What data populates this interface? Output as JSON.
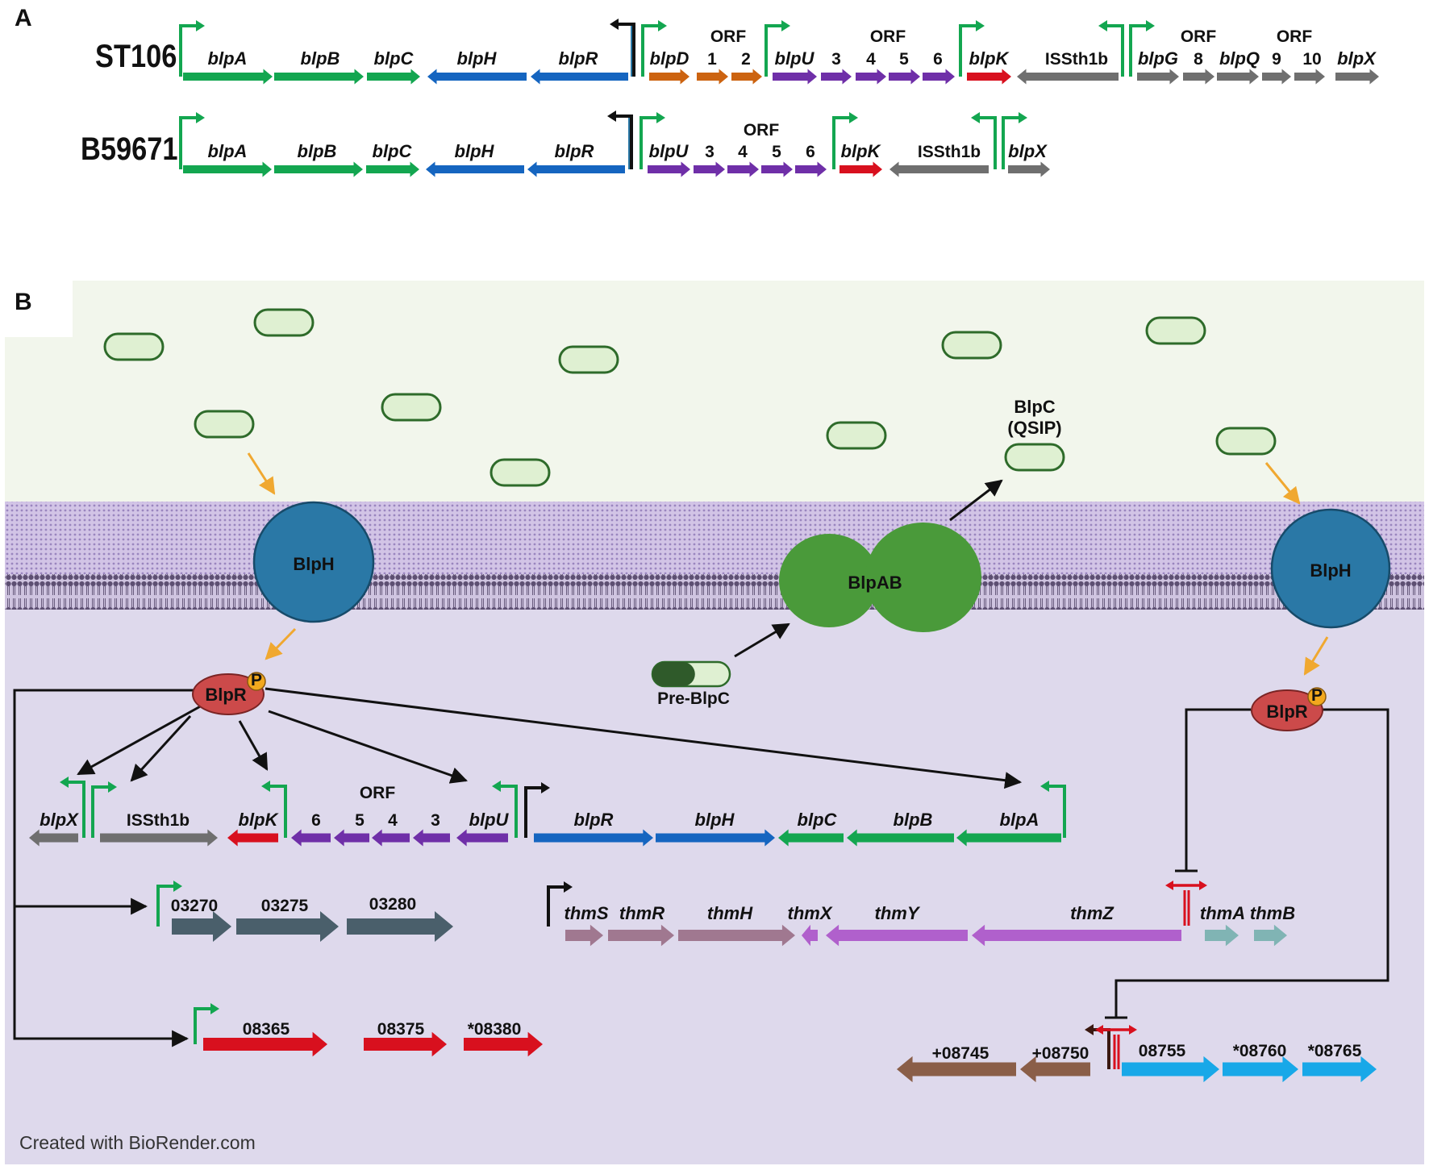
{
  "panel_a": {
    "letter": "A",
    "strains": [
      {
        "name": "ST106",
        "genes": [
          "blpA",
          "blpB",
          "blpC",
          "blpH",
          "blpR",
          "blpD",
          "1",
          "2",
          "blpU",
          "3",
          "4",
          "5",
          "6",
          "blpK",
          "ISSth1b",
          "blpG",
          "8",
          "blpQ",
          "9",
          "10",
          "blpX"
        ],
        "orf_labels": [
          "ORF",
          "ORF",
          "ORF",
          "ORF"
        ]
      },
      {
        "name": "B59671",
        "genes": [
          "blpA",
          "blpB",
          "blpC",
          "blpH",
          "blpR",
          "blpU",
          "3",
          "4",
          "5",
          "6",
          "blpK",
          "ISSth1b",
          "blpX"
        ],
        "orf_labels": [
          "ORF"
        ]
      }
    ]
  },
  "panel_b": {
    "letter": "B",
    "left_receptor": "BlpH",
    "right_receptor": "BlpH",
    "transporter": "BlpAB",
    "peptide_line1": "BlpC",
    "peptide_line2": "(QSIP)",
    "precursor": "Pre-BlpC",
    "regulator_left": "BlpR",
    "regulator_right": "BlpR",
    "phospho_label": "P",
    "blp_locus": [
      "blpX",
      "ISSth1b",
      "blpK",
      "6",
      "5",
      "4",
      "3",
      "blpU",
      "blpR",
      "blpH",
      "blpC",
      "blpB",
      "blpA"
    ],
    "blp_orf_label": "ORF",
    "operon_032": [
      "03270",
      "03275",
      "03280"
    ],
    "operon_083": [
      "08365",
      "08375",
      "*08380"
    ],
    "thm_locus": [
      "thmS",
      "thmR",
      "thmH",
      "thmX",
      "thmY",
      "thmZ",
      "thmA",
      "thmB"
    ],
    "operon_087": [
      "+08745",
      "+08750",
      "08755",
      "*08760",
      "*08765"
    ]
  },
  "colors": {
    "green": "#13a650",
    "blue": "#1565c0",
    "orange": "#cc6310",
    "purple": "#6f2fa8",
    "red": "#d8101e",
    "gray": "#6f6f6f",
    "slate": "#4a5f6b",
    "mauve": "#a07890",
    "violet": "#b060cc",
    "teal": "#80b4b4",
    "brown": "#8a5e48",
    "cyan": "#18a8e8",
    "receptor": "#2a78a6",
    "regulator": "#cc4a4a",
    "transporter": "#4a9a3a",
    "phospho": "#f2a81e"
  },
  "credit": "Created with BioRender.com"
}
